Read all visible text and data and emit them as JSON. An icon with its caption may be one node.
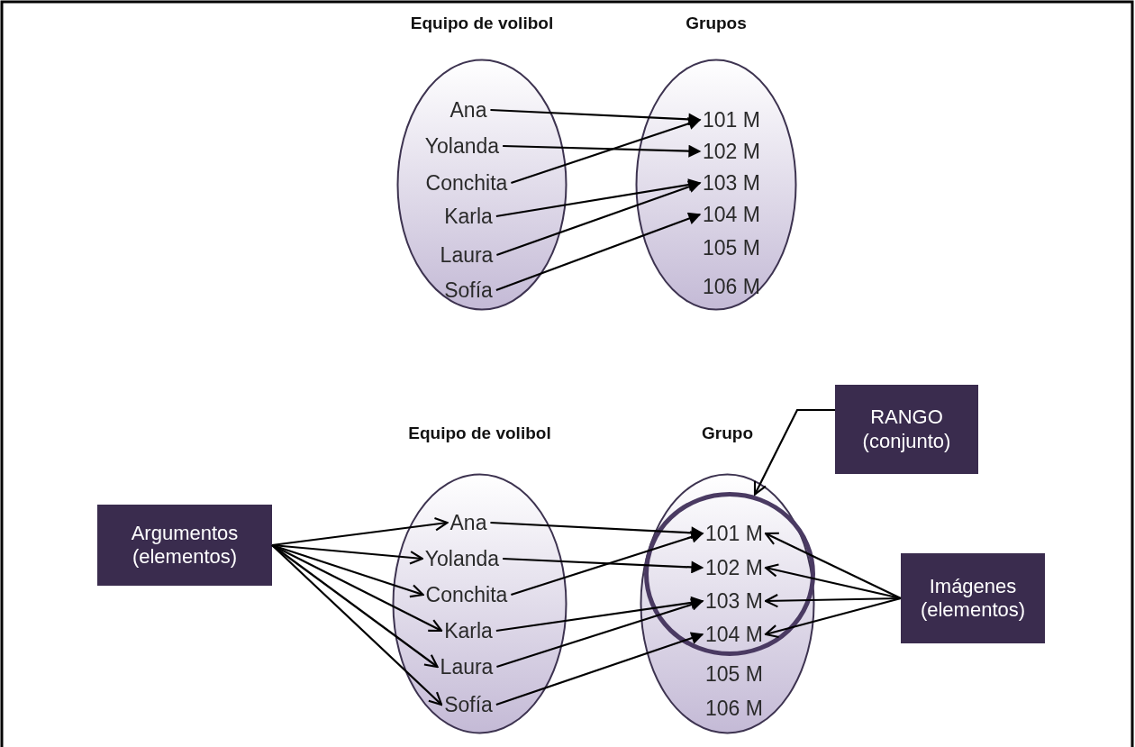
{
  "diagram": {
    "nodes": [
      {
        "text": [
          "Equipo de volibol"
        ]
      },
      {
        "text": [
          "Ana"
        ],
        "in": 0
      },
      {
        "text": [
          "Yolanda"
        ],
        "in": 0
      },
      {
        "text": [
          "Conchita"
        ],
        "in": 0
      },
      {
        "text": [
          "Karla"
        ],
        "in": 0
      },
      {
        "text": [
          "Laura"
        ],
        "in": 0
      },
      {
        "text": [
          "Sofía"
        ],
        "in": 0
      },
      {
        "text": [
          "Grupos"
        ]
      },
      {
        "text": [
          "101 M"
        ],
        "in": 7
      },
      {
        "text": [
          "102 M"
        ],
        "in": 7
      },
      {
        "text": [
          "103 M"
        ],
        "in": 7
      },
      {
        "text": [
          "104 M"
        ],
        "in": 7
      },
      {
        "text": [
          "105 M"
        ],
        "in": 7
      },
      {
        "text": [
          "106 M"
        ],
        "in": 7
      },
      {
        "text": [
          "Argumentos (elementos)"
        ]
      },
      {
        "text": [
          "Equipo de volibol"
        ]
      },
      {
        "text": [
          "Ana"
        ],
        "in": 15
      },
      {
        "text": [
          "Yolanda"
        ],
        "in": 15
      },
      {
        "text": [
          "Conchita"
        ],
        "in": 15
      },
      {
        "text": [
          "Karla"
        ],
        "in": 15
      },
      {
        "text": [
          "Laura"
        ],
        "in": 15
      },
      {
        "text": [
          "Sofía"
        ],
        "in": 15
      },
      {
        "text": [
          "Grupo"
        ]
      },
      {
        "text": [],
        "shape": "circle",
        "in": 22
      },
      {
        "text": [
          "101 M"
        ],
        "in": 23
      },
      {
        "text": [
          "102 M"
        ],
        "in": 23
      },
      {
        "text": [
          "103 M"
        ],
        "in": 23
      },
      {
        "text": [
          "104 M"
        ],
        "in": 23
      },
      {
        "text": [
          "105 M"
        ],
        "in": 22
      },
      {
        "text": [
          "106 M"
        ],
        "in": 22
      },
      {
        "text": [
          "RANGO (conjunto)"
        ]
      },
      {
        "text": [
          "Imágenes (elementos)"
        ]
      }
    ],
    "edges": [
      {
        "from": 1,
        "to": 8,
        "arrow": "to"
      },
      {
        "from": 2,
        "to": 9,
        "arrow": "to"
      },
      {
        "from": 3,
        "to": 8,
        "arrow": "to"
      },
      {
        "from": 4,
        "to": 10,
        "arrow": "to"
      },
      {
        "from": 5,
        "to": 10,
        "arrow": "to"
      },
      {
        "from": 6,
        "to": 11,
        "arrow": "to"
      },
      {
        "from": 14,
        "to": 16,
        "arrow": "to"
      },
      {
        "from": 14,
        "to": 17,
        "arrow": "to"
      },
      {
        "from": 14,
        "to": 18,
        "arrow": "to"
      },
      {
        "from": 14,
        "to": 19,
        "arrow": "to"
      },
      {
        "from": 14,
        "to": 20,
        "arrow": "to"
      },
      {
        "from": 14,
        "to": 21,
        "arrow": "to"
      },
      {
        "from": 16,
        "to": 24,
        "arrow": "to"
      },
      {
        "from": 17,
        "to": 25,
        "arrow": "to"
      },
      {
        "from": 18,
        "to": 24,
        "arrow": "to"
      },
      {
        "from": 19,
        "to": 26,
        "arrow": "to"
      },
      {
        "from": 20,
        "to": 26,
        "arrow": "to"
      },
      {
        "from": 21,
        "to": 27,
        "arrow": "to"
      },
      {
        "from": 31,
        "to": 24,
        "arrow": "to"
      },
      {
        "from": 31,
        "to": 25,
        "arrow": "to"
      },
      {
        "from": 31,
        "to": 26,
        "arrow": "to"
      },
      {
        "from": 31,
        "to": 27,
        "arrow": "to"
      },
      {
        "from": 30,
        "to": 23,
        "arrow": "to"
      }
    ]
  }
}
